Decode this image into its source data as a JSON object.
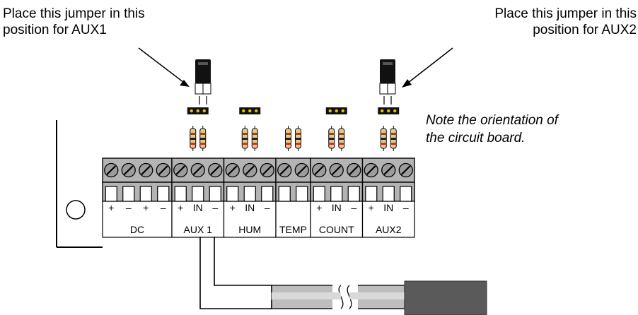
{
  "callouts": {
    "aux1": {
      "line1": "Place this jumper in this",
      "line2": "position for AUX1"
    },
    "aux2": {
      "line1": "Place this jumper in this",
      "line2": "position for AUX2"
    }
  },
  "note": {
    "line1": "Note the orientation of",
    "line2": "the circuit board."
  },
  "terminal_groups": [
    {
      "id": "dc",
      "label": "DC",
      "pins": [
        "+",
        "–",
        "+",
        "–"
      ]
    },
    {
      "id": "aux1",
      "label": "AUX 1",
      "pins": [
        "+",
        "IN",
        "–"
      ]
    },
    {
      "id": "hum",
      "label": "HUM",
      "pins": [
        "+",
        "IN",
        "–"
      ]
    },
    {
      "id": "temp",
      "label": "TEMP",
      "pins": [
        "",
        ""
      ]
    },
    {
      "id": "count",
      "label": "COUNT",
      "pins": [
        "+",
        "IN",
        "–"
      ]
    },
    {
      "id": "aux2",
      "label": "AUX2",
      "pins": [
        "+",
        "IN",
        "–"
      ]
    }
  ],
  "colors": {
    "terminal_block": "#b4b4b4",
    "screw": "#9c9c9c",
    "cable": "#bdbdbd",
    "plug": "#5a5a5a",
    "jumper": "#111111",
    "resistor_body": "#e7c98e",
    "header_pin": "#e6c300"
  }
}
